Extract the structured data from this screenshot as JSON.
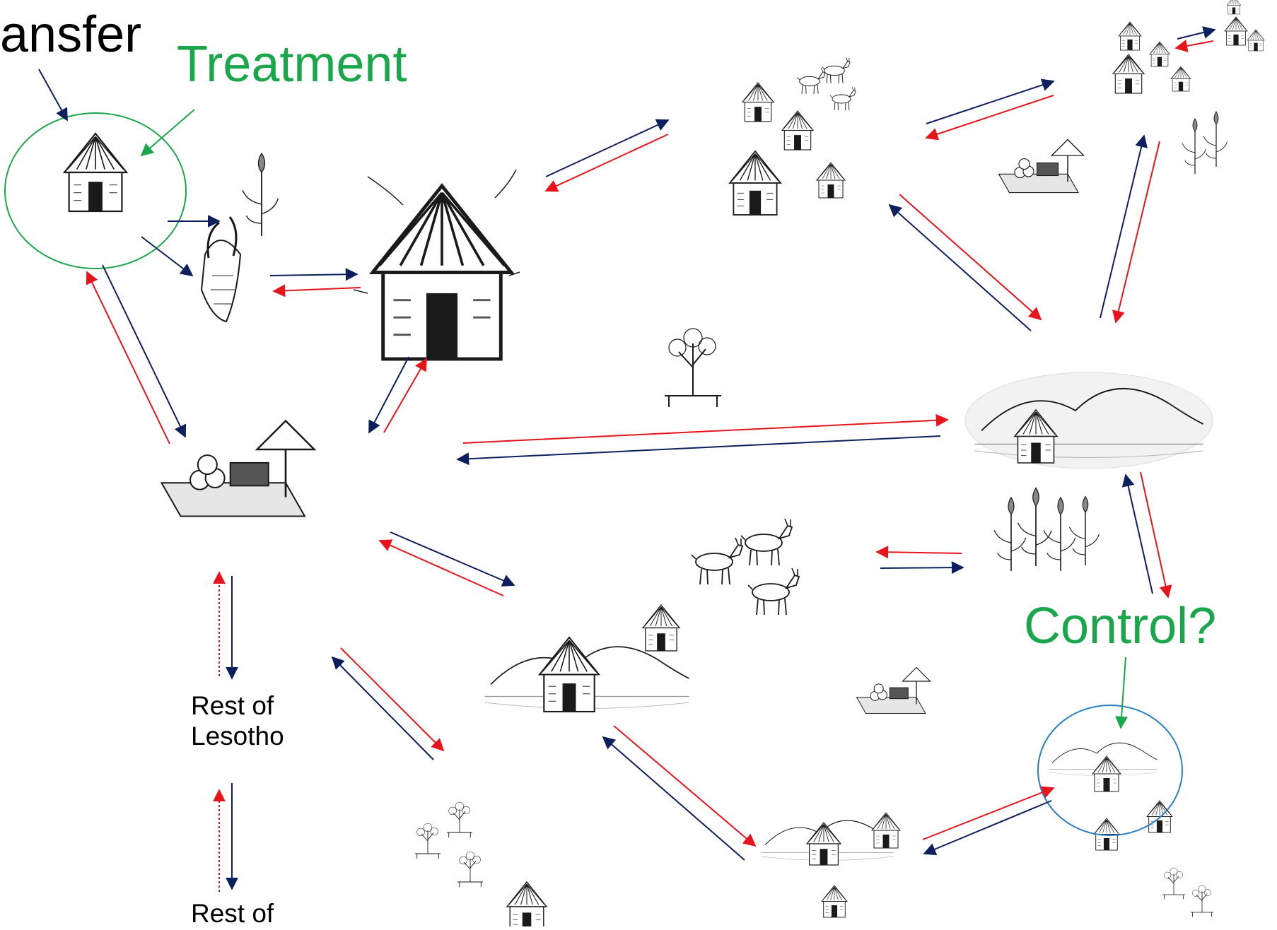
{
  "labels": {
    "transfer": "ansfer",
    "treatment": "Treatment",
    "control": "Control?",
    "rest_lesotho_1_line1": "Rest of",
    "rest_lesotho_1_line2": "Lesotho",
    "rest_lesotho_2_line1": "Rest of"
  },
  "colors": {
    "flow_out": "#0d1f5c",
    "flow_in": "#e8141b",
    "annotation": "#1aa64a",
    "control_circle": "#2a7fc4",
    "sketch": "#1a1a1a"
  },
  "icons": {
    "hut": "hut-icon",
    "goat": "goat-icon",
    "crop": "crop-icon",
    "market": "market-stall-icon",
    "tree": "tree-icon",
    "landscape": "landscape-icon"
  }
}
